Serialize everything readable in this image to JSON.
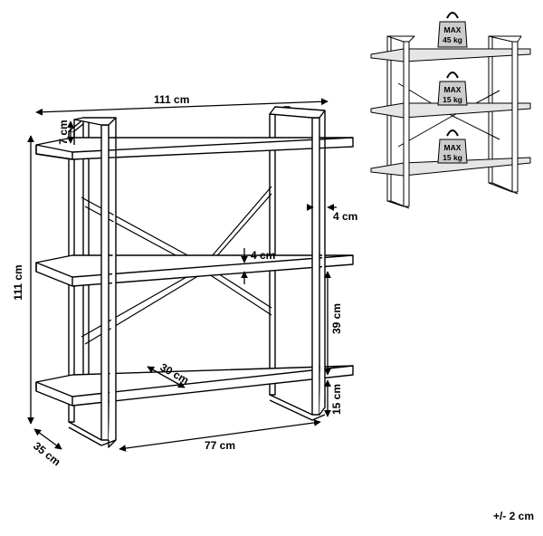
{
  "dimensions": {
    "width_top": "111 cm",
    "height_left": "111 cm",
    "shelf_thickness_top": "7 cm",
    "frame_width": "4 cm",
    "shelf_gap_mid": "4 cm",
    "shelf_spacing": "39 cm",
    "bottom_clearance": "15 cm",
    "shelf_depth": "30 cm",
    "inner_width": "77 cm",
    "overall_depth": "35 cm"
  },
  "load_limits": [
    {
      "max": "MAX",
      "weight": "45 kg"
    },
    {
      "max": "MAX",
      "weight": "15 kg"
    },
    {
      "max": "MAX",
      "weight": "15 kg"
    }
  ],
  "tolerance": "+/- 2 cm",
  "colors": {
    "line": "#000000",
    "wood": "#e6e6e6",
    "weight_fill": "#cccccc"
  }
}
